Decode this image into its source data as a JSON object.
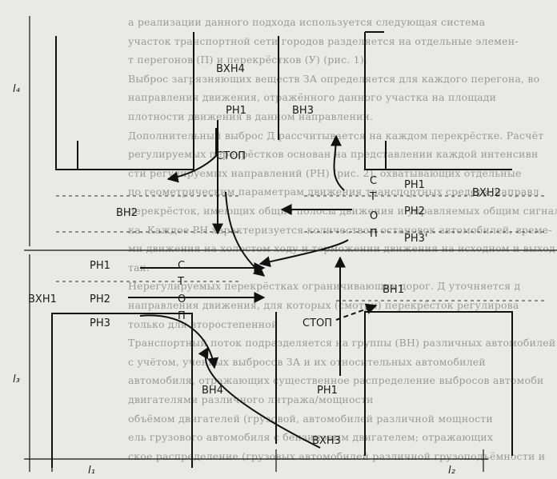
{
  "diagram": {
    "labels": {
      "vkh1": "ВХН1",
      "vkh2": "ВХН2",
      "vkh3": "ВХН3",
      "vkh4": "ВХН4",
      "vn1": "ВН1",
      "vn2": "ВН2",
      "vn3": "ВН3",
      "vn4": "ВН4",
      "rn1_top": "РН1",
      "rn1_left": "РН1",
      "rn1_right": "РН1",
      "rn1_bottom": "РН1",
      "rn2_left": "РН2",
      "rn2_right": "РН2",
      "rn3_left": "РН3",
      "rn3_right": "РН3'",
      "stop_top": "СТОП",
      "stop_bottom": "СТОП",
      "l4": "l₄",
      "l3": "l₃",
      "l1": "l₁",
      "l2": "l₂"
    },
    "signal_left": [
      "С",
      "Т",
      "О",
      "П"
    ],
    "signal_right": [
      "С",
      "Т",
      "О",
      "П"
    ]
  },
  "background_text": [
    "а реализации данного подхода используется следующая система",
    "участок транспортной сети городов разделяется на отдельные элемен-",
    "т перегонов (П) и перекрёстков (У) (рис. 1).",
    "Выброс загрязняющих веществ ЗА определяется для каждого перегона, во",
    "направления движения, отражённого данного участка на площади",
    "плотности движения в данном направлении.",
    "Дополнительный выброс Д рассчитывается на каждом перекрёстке. Расчёт",
    "регулируемых перекрёстков основан на представлении каждой интенсивн",
    "сти регулируемых направлений (РН) (рис. 2), охватывающих отдельные",
    "по геометрическим параметрам движения транспортных средств, направл",
    "перекрёсток, имеющих общие полосы движения и управляемых общим сигналом",
    "ка. Каждое РН характеризуется количеством остановок автомобилей, време-",
    "ми движения на холостом ходу и торможении движения на исходном и выход",
    "так.",
    "Нерегулируемых перекрёстках ограничивающих дорог. Д уточняется д",
    "направления движения, для которых (смотри) перекрёсток регулирова",
    "только для второстепенной",
    "Транспортный поток подразделяется на группы (ВН) различных автомобилей",
    "с учётом, ученных выбросов ЗА и их относительных автомобилей",
    "автомобиля, отражающих существенное распределение выбросов автомоби",
    "двигателями различного литража/мощности",
    "объёмом двигателей (грузовой, автомобилей различной мощности",
    "ель грузового автомобиля с бензиновым двигателем; отражающих",
    "ское распределение (грузовых автомобилей различной грузоподъёмности и"
  ]
}
